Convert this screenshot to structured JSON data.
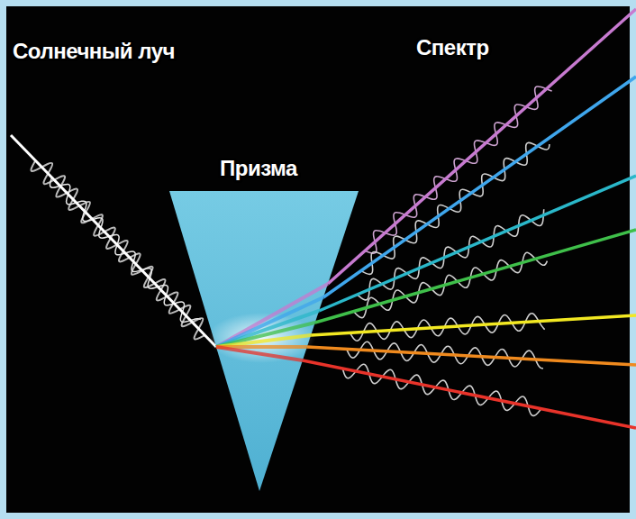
{
  "diagram": {
    "labels": [
      "Солнечный луч",
      "Призма",
      "Спектр"
    ]
  }
}
